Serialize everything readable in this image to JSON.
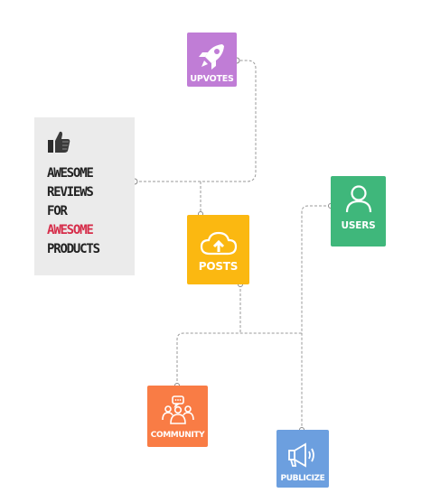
{
  "colors": {
    "upvotes": "#c07dd6",
    "posts": "#fbb811",
    "users": "#3fb77b",
    "community": "#f97c45",
    "publicize": "#6c9fdf",
    "card_bg": "#ebebeb",
    "accent_text": "#d62d4a",
    "connector": "#9a9a9a"
  },
  "tagline": {
    "line1": "AWESOME",
    "line2": "REVIEWS",
    "line3": "FOR",
    "line4": "AWESOME",
    "line5": "PRODUCTS"
  },
  "nodes": {
    "upvotes": {
      "label": "UPVOTES",
      "icon": "rocket-icon"
    },
    "posts": {
      "label": "POSTS",
      "icon": "cloud-upload-icon"
    },
    "users": {
      "label": "USERS",
      "icon": "user-icon"
    },
    "community": {
      "label": "COMMUNITY",
      "icon": "group-chat-icon"
    },
    "publicize": {
      "label": "PUBLICIZE",
      "icon": "megaphone-icon"
    }
  },
  "brand_icon": "thumbs-up-icon"
}
